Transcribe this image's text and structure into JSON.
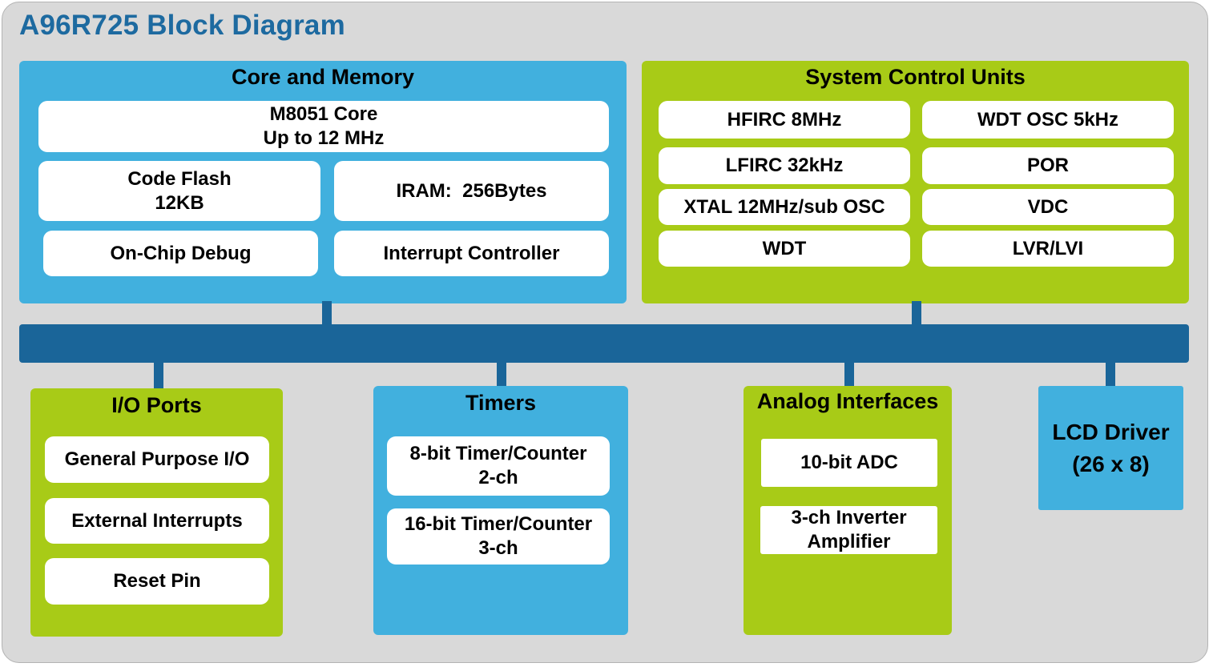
{
  "title": "A96R725 Block Diagram",
  "colors": {
    "title": "#1d6aa0",
    "bus": "#1a6599",
    "blue_block": "#41b0de",
    "green_block": "#a8cb17",
    "background": "#d9d9d9"
  },
  "core_memory": {
    "title": "Core and Memory",
    "core": {
      "line1": "M8051 Core",
      "line2": "Up to 12 MHz"
    },
    "flash": {
      "line1": "Code Flash",
      "line2": "12KB"
    },
    "iram": "IRAM:  256Bytes",
    "debug": "On-Chip Debug",
    "interrupt": "Interrupt Controller"
  },
  "system_control": {
    "title": "System Control Units",
    "items": [
      "HFIRC 8MHz",
      "WDT OSC 5kHz",
      "LFIRC 32kHz",
      "POR",
      "XTAL 12MHz/sub OSC",
      "VDC",
      "WDT",
      "LVR/LVI"
    ]
  },
  "io_ports": {
    "title": "I/O Ports",
    "items": [
      "General Purpose I/O",
      "External Interrupts",
      "Reset Pin"
    ]
  },
  "timers": {
    "title": "Timers",
    "items": [
      {
        "line1": "8-bit Timer/Counter",
        "line2": "2-ch"
      },
      {
        "line1": "16-bit Timer/Counter",
        "line2": "3-ch"
      }
    ]
  },
  "analog": {
    "title": "Analog Interfaces",
    "adc": "10-bit ADC",
    "amp": {
      "line1": "3-ch Inverter",
      "line2": "Amplifier"
    }
  },
  "lcd": {
    "line1": "LCD Driver",
    "line2": "(26 x 8)"
  }
}
